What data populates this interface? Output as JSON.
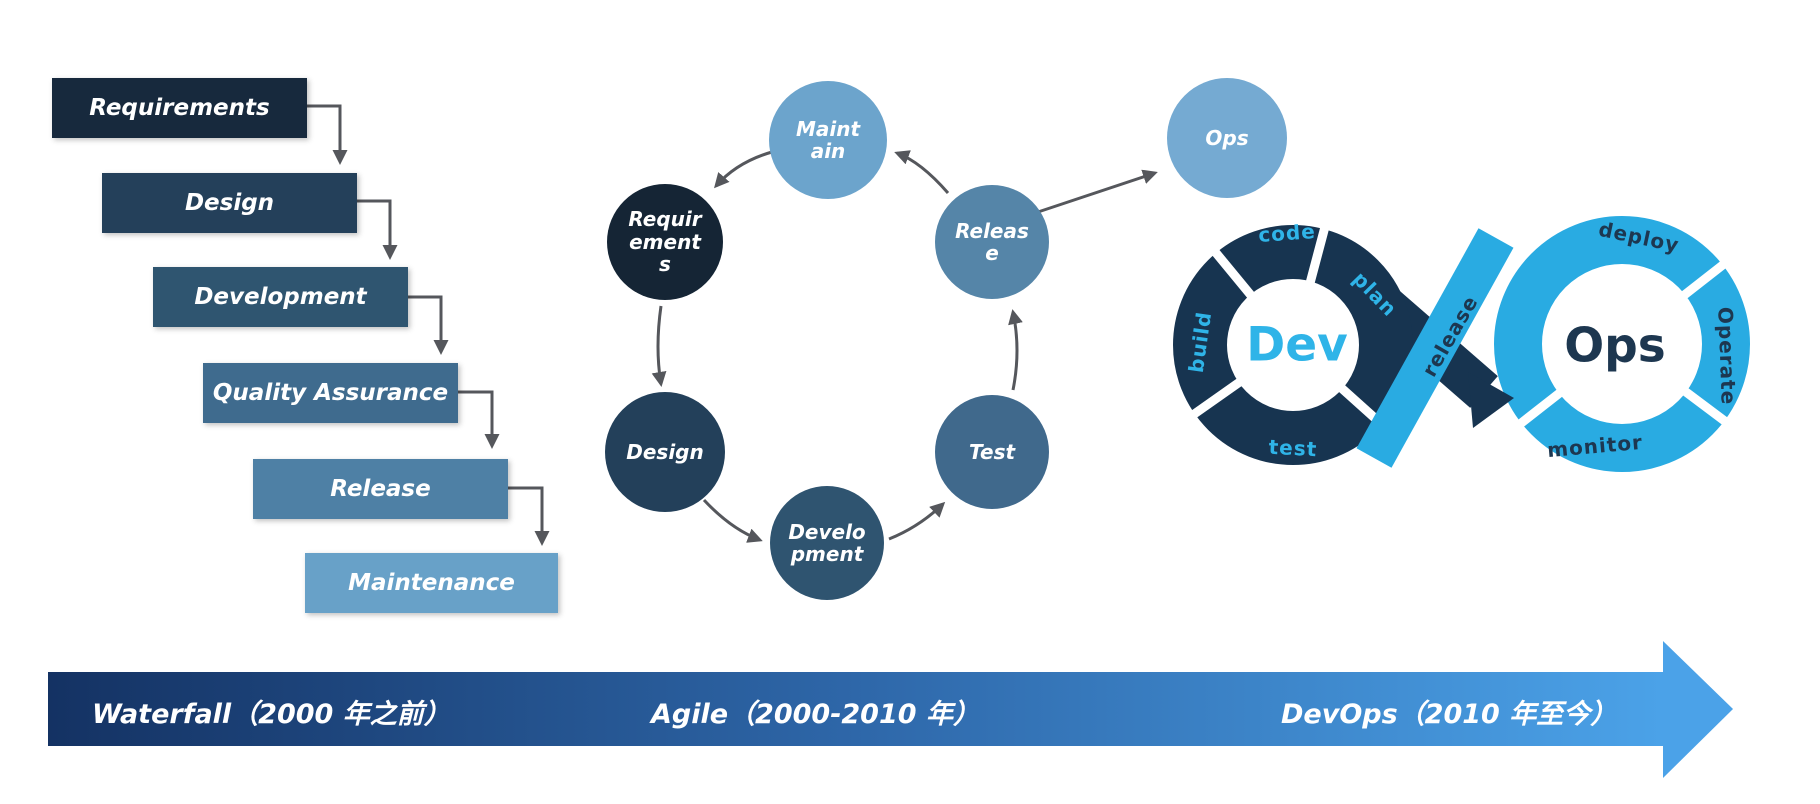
{
  "waterfall": {
    "steps": [
      {
        "label": "Requirements",
        "color": "#17293d"
      },
      {
        "label": "Design",
        "color": "#24405a"
      },
      {
        "label": "Development",
        "color": "#2f5570"
      },
      {
        "label": "Quality Assurance",
        "color": "#3f6b8e"
      },
      {
        "label": "Release",
        "color": "#4e80a5"
      },
      {
        "label": "Maintenance",
        "color": "#68a1c8"
      }
    ]
  },
  "agile": {
    "nodes": [
      {
        "label": "Maint\nain",
        "color": "#6ca4cc"
      },
      {
        "label": "Requir\nement\ns",
        "color": "#152535"
      },
      {
        "label": "Releas\ne",
        "color": "#5585a8"
      },
      {
        "label": "Design",
        "color": "#23405a"
      },
      {
        "label": "Develo\npment",
        "color": "#2f5470"
      },
      {
        "label": "Test",
        "color": "#40698c"
      },
      {
        "label": "Ops",
        "color": "#75aad2"
      }
    ]
  },
  "devops": {
    "dev": "Dev",
    "ops": "Ops",
    "labels": {
      "code": "code",
      "plan": "plan",
      "build": "build",
      "test": "test",
      "deploy": "deploy",
      "operate": "Operate",
      "monitor": "monitor",
      "release": "release"
    },
    "navy": "#173450",
    "cyan": "#29abe2",
    "label_cyan": "#2fb4e8",
    "label_navy": "#1d3750"
  },
  "timeline": {
    "items": [
      {
        "label": "Waterfall（2000 年之前）"
      },
      {
        "label": "Agile（2000-2010 年）"
      },
      {
        "label": "DevOps（2010 年至今）"
      }
    ],
    "gradient": [
      "#143263",
      "#2e67a9",
      "#4ba2e8"
    ]
  },
  "palette": {
    "connector_gray": "#55575c",
    "background": "#ffffff"
  }
}
